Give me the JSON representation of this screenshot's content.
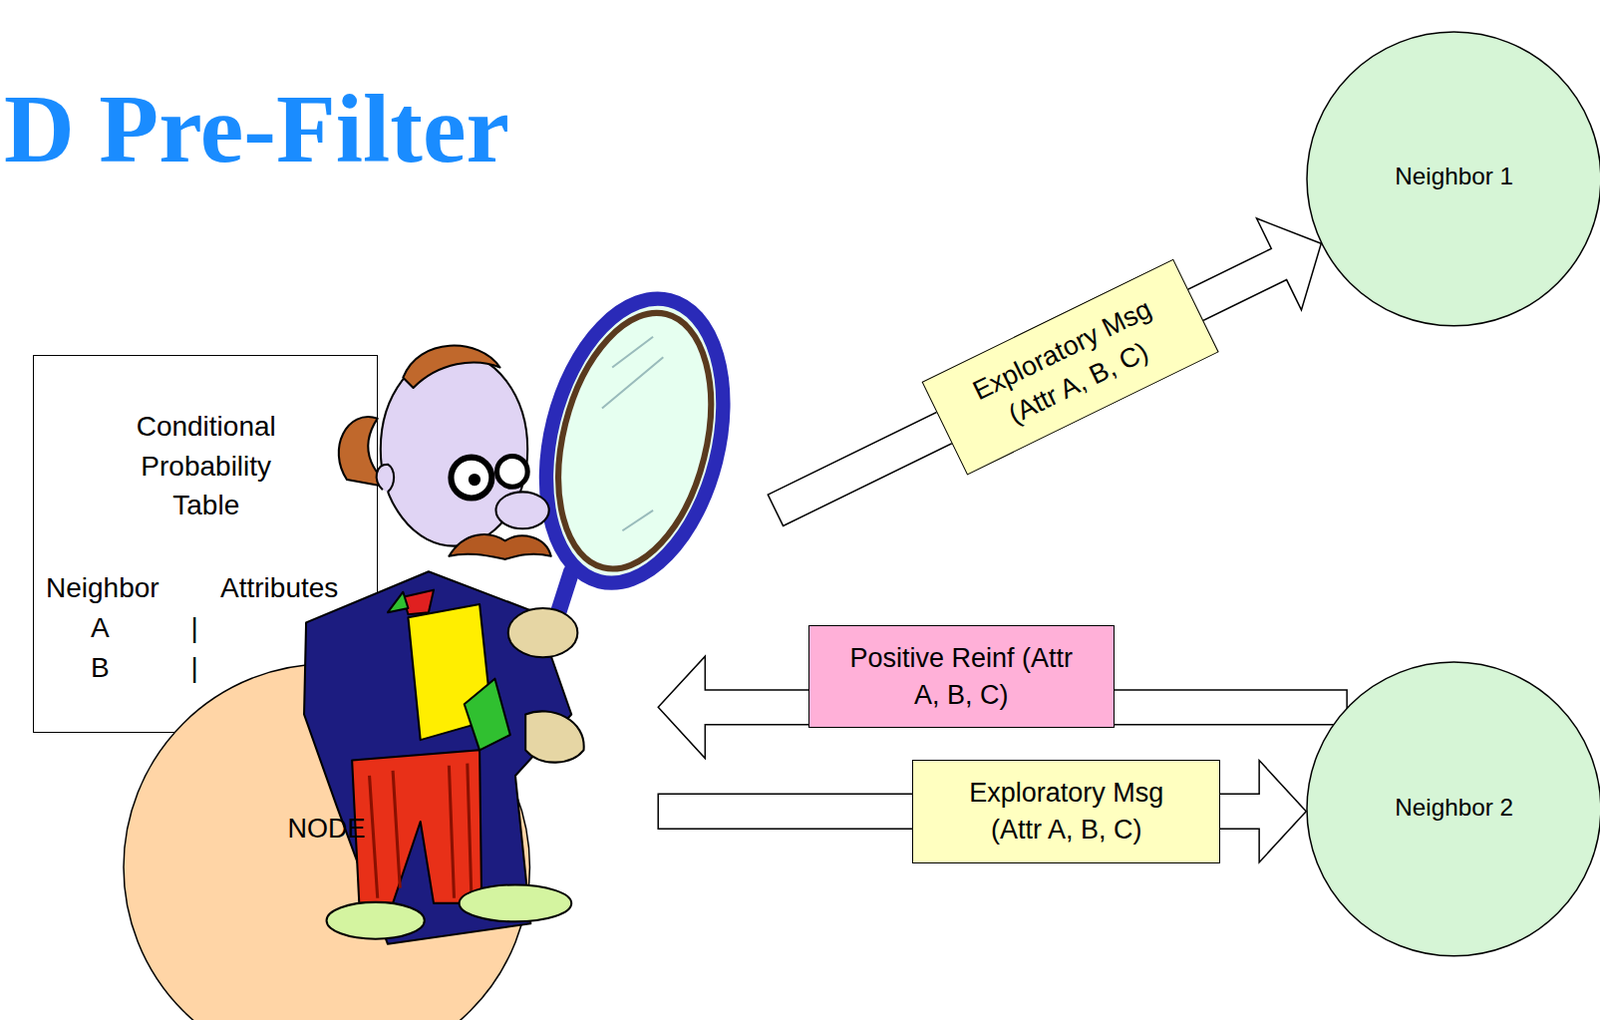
{
  "diagram": {
    "title": "D Pre-Filter",
    "nodes": [
      {
        "text": [
          "Conditional Probability Table",
          "Neighbor",
          "Attributes",
          "A",
          "|",
          "B",
          "|"
        ]
      },
      {
        "text": [
          "NODE"
        ]
      },
      {
        "text": [
          "Neighbor 1"
        ]
      },
      {
        "text": [
          "Neighbor 2"
        ]
      }
    ],
    "edges": [
      {
        "from": 1,
        "to": 2,
        "arrow": "to",
        "label": "Exploratory Msg (Attr A, B, C)"
      },
      {
        "from": 3,
        "to": 1,
        "arrow": "to",
        "label": "Positive Reinf (Attr A, B, C)"
      },
      {
        "from": 1,
        "to": 3,
        "arrow": "to",
        "label": "Exploratory Msg (Attr A, B, C)"
      }
    ]
  }
}
